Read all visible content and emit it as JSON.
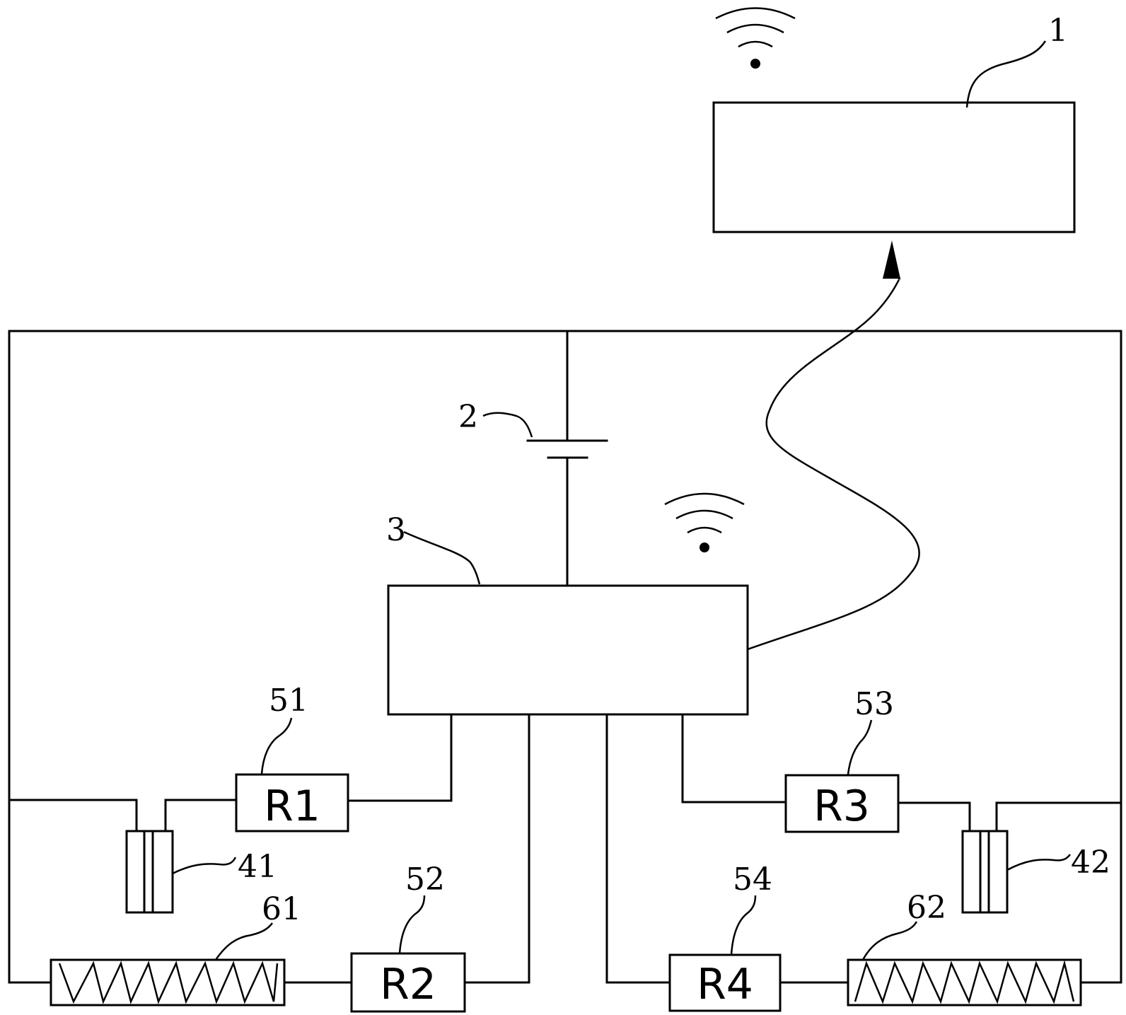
{
  "labels": {
    "n1": "1",
    "n2": "2",
    "n3": "3",
    "n41": "41",
    "n42": "42",
    "n51": "51",
    "n52": "52",
    "n53": "53",
    "n54": "54",
    "n61": "61",
    "n62": "62"
  },
  "resistors": {
    "r1": "R1",
    "r2": "R2",
    "r3": "R3",
    "r4": "R4"
  },
  "icons": {
    "wifi_top": "wifi-signal-icon",
    "wifi_mid": "wifi-signal-icon"
  },
  "colors": {
    "line": "#000000",
    "background": "#ffffff"
  }
}
